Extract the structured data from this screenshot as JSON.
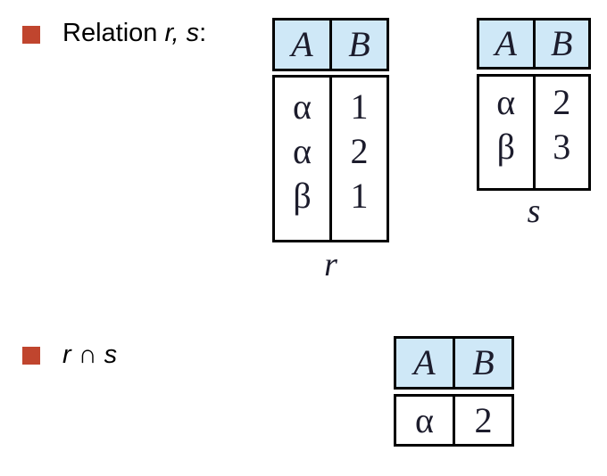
{
  "colors": {
    "bullet": "#c0452e",
    "header_fill": "#cfe8f7",
    "border": "#000000"
  },
  "bullets": [
    {
      "prefix": "Relation ",
      "italic": "r, s",
      "suffix": ":"
    },
    {
      "expr_left": "r",
      "operator": "∩",
      "expr_right": "s"
    }
  ],
  "relations": {
    "r": {
      "columns": [
        "A",
        "B"
      ],
      "rows": [
        [
          "α",
          "1"
        ],
        [
          "α",
          "2"
        ],
        [
          "β",
          "1"
        ]
      ],
      "caption": "r"
    },
    "s": {
      "columns": [
        "A",
        "B"
      ],
      "rows": [
        [
          "α",
          "2"
        ],
        [
          "β",
          "3"
        ]
      ],
      "caption": "s"
    },
    "result": {
      "columns": [
        "A",
        "B"
      ],
      "rows": [
        [
          "α",
          "2"
        ]
      ]
    }
  }
}
